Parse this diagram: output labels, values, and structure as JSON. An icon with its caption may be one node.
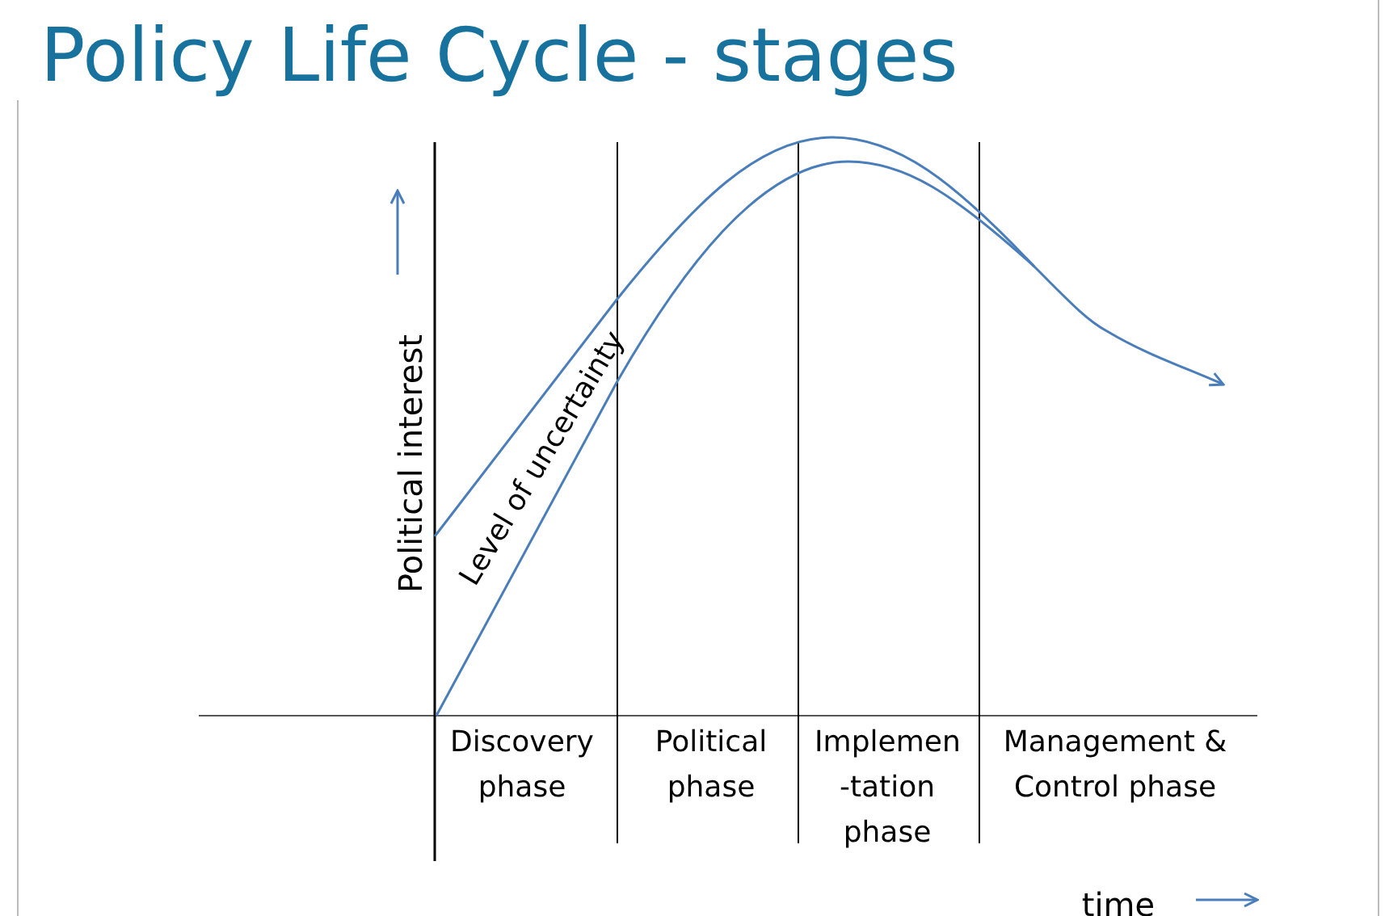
{
  "diagram": {
    "title": "Policy Life Cycle - stages",
    "labels": [
      "Political interest",
      "Level of uncertainty",
      "Discovery phase",
      "Political phase",
      "Implemen -tation phase",
      "Management & Control phase",
      "time"
    ]
  }
}
